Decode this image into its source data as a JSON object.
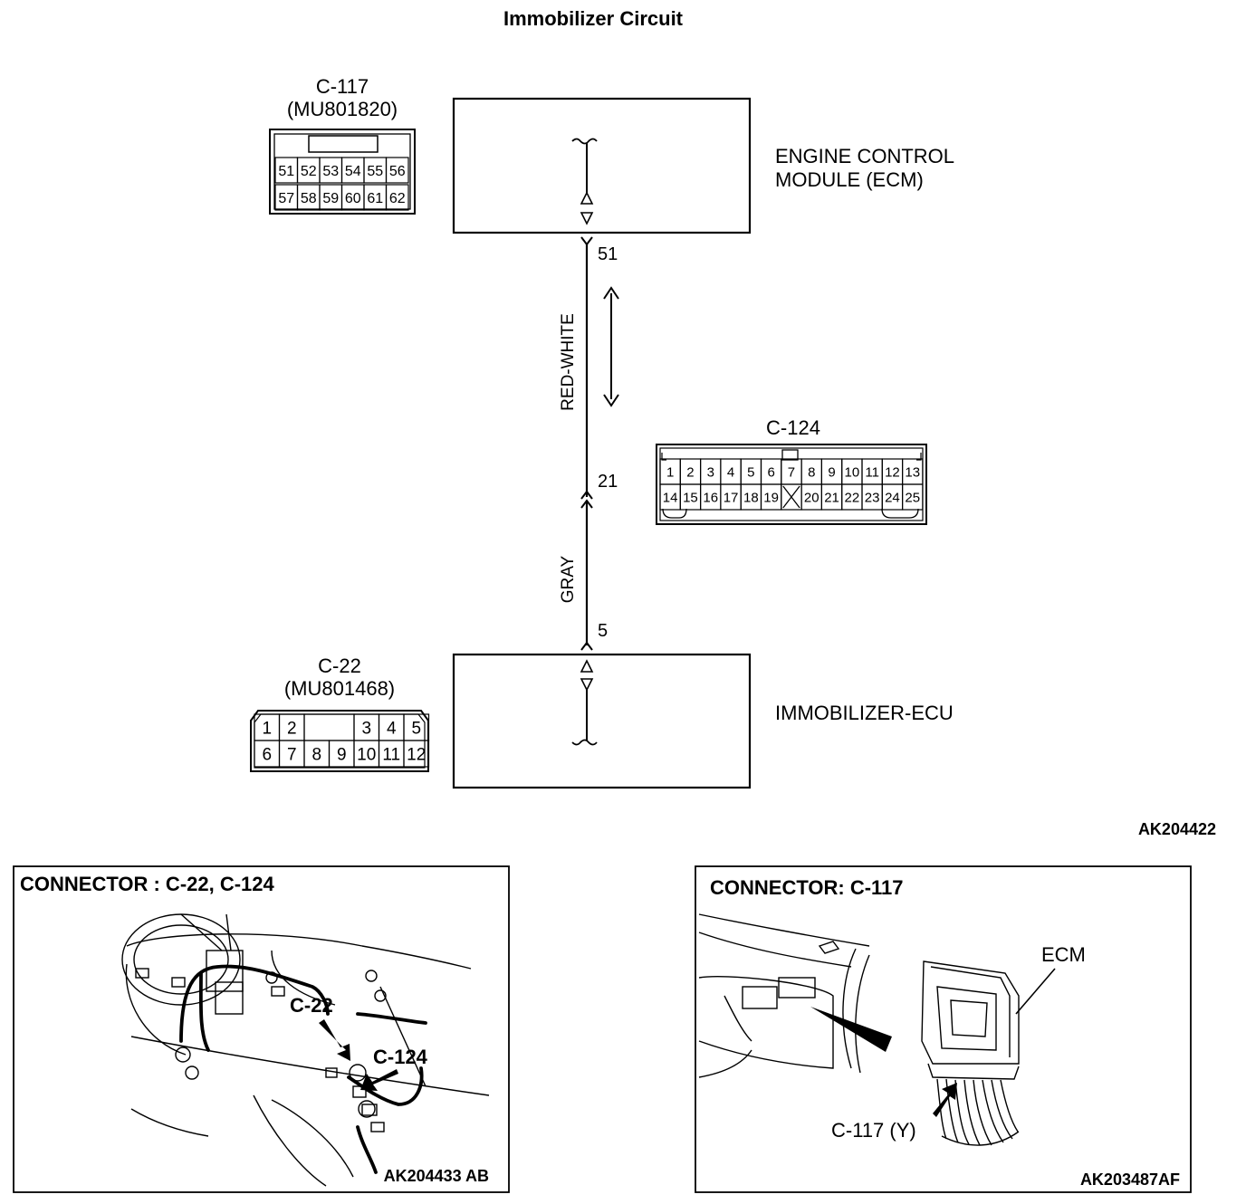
{
  "title": "Immobilizer Circuit",
  "ecm": {
    "connector": "C-117",
    "part_no": "(MU801820)",
    "label_line1": "ENGINE CONTROL",
    "label_line2": "MODULE (ECM)",
    "pin": "51",
    "pins_top": [
      "51",
      "52",
      "53",
      "54",
      "55",
      "56"
    ],
    "pins_bottom": [
      "57",
      "58",
      "59",
      "60",
      "61",
      "62"
    ]
  },
  "wires": {
    "upper_color": "RED-WHITE",
    "lower_color": "GRAY",
    "junction_pin": "21"
  },
  "c124": {
    "connector": "C-124",
    "pins_top": [
      "1",
      "2",
      "3",
      "4",
      "5",
      "6",
      "7",
      "8",
      "9",
      "10",
      "11",
      "12",
      "13"
    ],
    "pins_bottom": [
      "14",
      "15",
      "16",
      "17",
      "18",
      "19",
      "",
      "20",
      "21",
      "22",
      "23",
      "24",
      "25"
    ]
  },
  "immobilizer": {
    "connector": "C-22",
    "part_no": "(MU801468)",
    "label": "IMMOBILIZER-ECU",
    "pin": "5",
    "pins_top": [
      "1",
      "2",
      "",
      "3",
      "4",
      "5"
    ],
    "pins_bottom": [
      "6",
      "7",
      "8",
      "9",
      "10",
      "11",
      "12"
    ]
  },
  "diagram_code": "AK204422",
  "panel_left": {
    "title": "CONNECTOR : C-22, C-124",
    "callout_1": "C-22",
    "callout_2": "C-124",
    "code": "AK204433 AB"
  },
  "panel_right": {
    "title": "CONNECTOR: C-117",
    "callout_ecm": "ECM",
    "callout_conn": "C-117 (Y)",
    "code": "AK203487AF"
  }
}
